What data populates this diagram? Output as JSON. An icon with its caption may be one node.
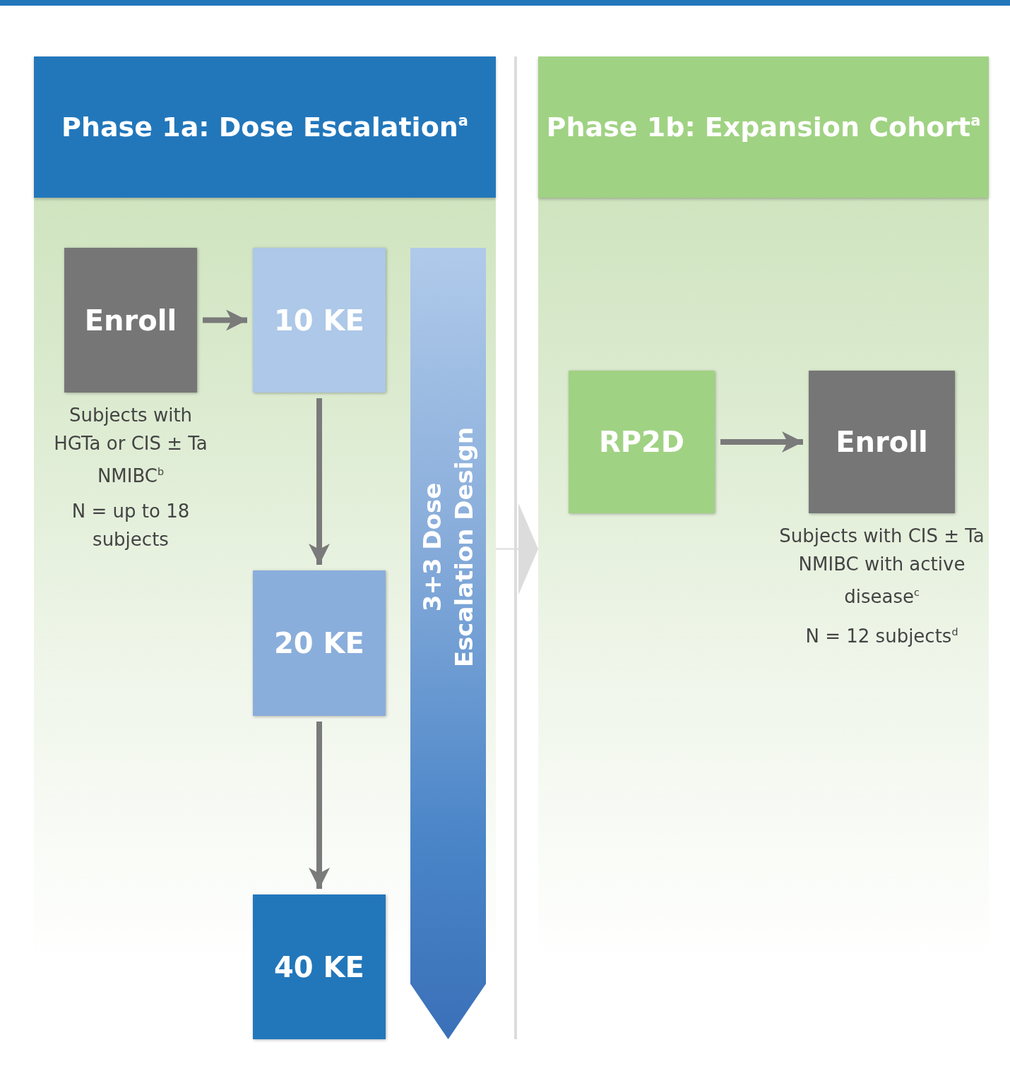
{
  "diagram": {
    "nodes": [
      {
        "text": [
          "Phase 1a: Dose Escalation$^{a}$"
        ]
      },
      {
        "text": [
          "Enroll"
        ],
        "in": 0,
        "beside": [
          "Subjects with HGTa or CIS ± Ta NMIBC$^{b}$",
          "N = up to 18 subjects"
        ]
      },
      {
        "text": [
          "10 KE"
        ],
        "in": 0
      },
      {
        "text": [
          "20 KE"
        ],
        "in": 0
      },
      {
        "text": [
          "40 KE"
        ],
        "in": 0
      },
      {
        "text": [
          "3+3 Dose Escalation Design"
        ],
        "in": 0
      },
      {
        "text": [
          "Phase 1b: Expansion Cohort$^{a}$"
        ]
      },
      {
        "text": [
          "RP2D"
        ],
        "in": 6
      },
      {
        "text": [
          "Enroll"
        ],
        "in": 6,
        "beside": [
          "Subjects with CIS ± Ta NMIBC with active disease$^{c}$",
          "N = 12 subjects$^{d}$"
        ]
      }
    ],
    "edges": [
      {
        "from": 1,
        "to": 2,
        "arrow": "to"
      },
      {
        "from": 2,
        "to": 3,
        "arrow": "to"
      },
      {
        "from": 3,
        "to": 4,
        "arrow": "to"
      },
      {
        "from": 7,
        "to": 8,
        "arrow": "to"
      },
      {
        "from": 0,
        "to": 6,
        "arrow": "to",
        "color": "#dddcdd"
      }
    ]
  }
}
